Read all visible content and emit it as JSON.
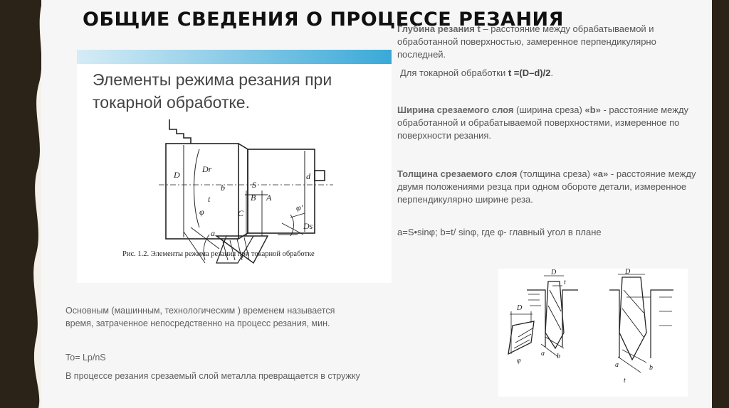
{
  "title": "ОБЩИЕ СВЕДЕНИЯ О ПРОЦЕССЕ РЕЗАНИЯ",
  "figure1": {
    "heading": "Элементы режима резания при токарной обработке.",
    "caption": "Рис. 1.2. Элементы режима резания при токарной обработке",
    "labels": {
      "D": "D",
      "Dr": "Dr",
      "d": "d",
      "S": "S",
      "B": "B",
      "A": "A",
      "C": "C",
      "t": "t",
      "b": "b",
      "a": "a",
      "phi": "φ",
      "phi1": "φ'",
      "Ds": "Ds"
    }
  },
  "right_text": {
    "depth_term": "Глубина резания t",
    "depth_def": " – расстояние между обрабатываемой и обработанной поверхностью, замеренное перпендикулярно последней.",
    "turning_prefix": "Для токарной обработки ",
    "turning_formula": "t =(D–d)/2",
    "turning_suffix": ".",
    "width_term": "Ширина срезаемого слоя",
    "width_mid": " (ширина среза) ",
    "width_symbol": "«b»",
    "width_def": " - расстояние между обработанной и обрабатываемой поверхностями, измеренное по поверхности резания.",
    "thick_term": "Толщина срезаемого слоя",
    "thick_mid": " (толщина среза) ",
    "thick_symbol": "«а»",
    "thick_def": " - расстояние между двумя положениями резца при одном обороте детали, измеренное перпендикулярно ширине реза.",
    "formula_line": "a=S•sinφ; b=t/ sinφ, где φ- главный угол в плане"
  },
  "left_text": {
    "time_def": "Основным (машинным, технологическим ) временем называется время, затраченное непосредственно на процесс резания, мин.",
    "time_formula": "To= Lp/nS",
    "chip_text": "В процессе резания срезаемый слой металла превращается в стружку"
  },
  "figure2": {
    "labels": {
      "D": "D",
      "t": "t",
      "b": "b",
      "a": "a",
      "phi": "φ"
    }
  }
}
